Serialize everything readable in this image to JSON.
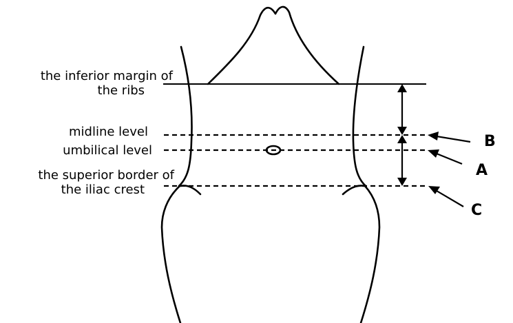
{
  "labels": {
    "ribs_line1": "the inferior margin of",
    "ribs_line2": "the ribs",
    "midline": "midline level",
    "umbilical": "umbilical level",
    "iliac_line1": "the superior border of",
    "iliac_line2": "the iliac crest"
  },
  "markers": {
    "a": "A",
    "b": "B",
    "c": "C"
  },
  "colors": {
    "ink": "#000000",
    "background": "#ffffff"
  }
}
